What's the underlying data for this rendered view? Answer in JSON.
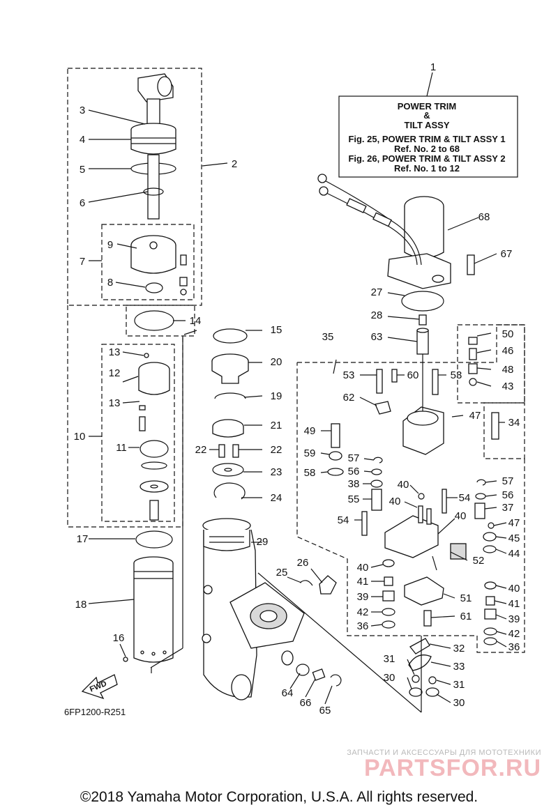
{
  "label_box": {
    "title": "POWER TRIM",
    "ampersand": "&",
    "subtitle": "TILT ASSY",
    "line1": "Fig. 25, POWER TRIM & TILT ASSY 1",
    "line2": "Ref. No. 2 to 68",
    "line3": "Fig. 26, POWER TRIM & TILT ASSY 2",
    "line4": "Ref. No. 1 to 12"
  },
  "drawing_code": "6FP1200-R251",
  "fwd_label": "FWD",
  "watermark": {
    "tagline": "ЗАПЧАСТИ И АКСЕССУАРЫ ДЛЯ МОТОТЕХНИКИ",
    "brand": "PARTSFOR.RU"
  },
  "copyright": "©2018 Yamaha Motor Corporation, U.S.A. All rights reserved.",
  "callouts": [
    "1",
    "2",
    "3",
    "4",
    "5",
    "6",
    "7",
    "8",
    "9",
    "10",
    "11",
    "12",
    "13",
    "13",
    "14",
    "15",
    "16",
    "17",
    "18",
    "19",
    "20",
    "21",
    "22",
    "22",
    "23",
    "24",
    "25",
    "26",
    "27",
    "28",
    "29",
    "30",
    "30",
    "31",
    "31",
    "32",
    "33",
    "34",
    "35",
    "36",
    "36",
    "37",
    "38",
    "39",
    "39",
    "40",
    "40",
    "40",
    "40",
    "40",
    "41",
    "41",
    "42",
    "42",
    "43",
    "44",
    "45",
    "46",
    "47",
    "47",
    "48",
    "49",
    "50",
    "51",
    "52",
    "53",
    "53",
    "54",
    "54",
    "55",
    "56",
    "56",
    "57",
    "57",
    "58",
    "59",
    "60",
    "61",
    "62",
    "63",
    "64",
    "65",
    "66",
    "67",
    "68"
  ]
}
